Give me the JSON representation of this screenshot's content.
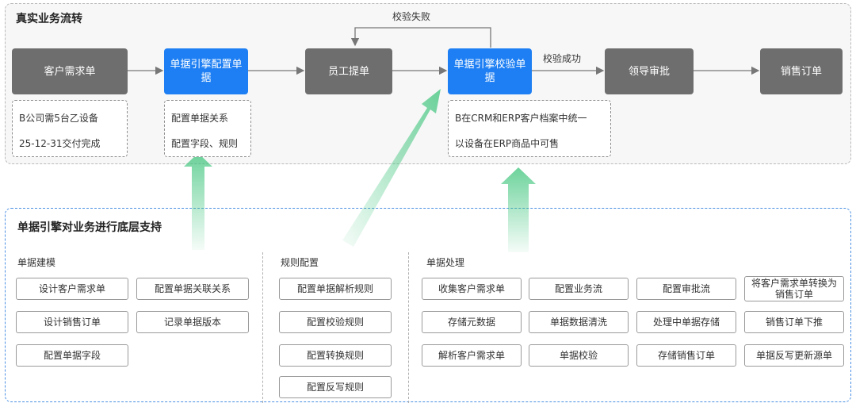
{
  "top_section": {
    "title": "真实业务流转",
    "nodes": [
      {
        "label": "客户需求单",
        "color": "#6e6e6e"
      },
      {
        "label": "单据引擎配置单据",
        "color": "#1d7ff3"
      },
      {
        "label": "员工提单",
        "color": "#6e6e6e"
      },
      {
        "label": "单据引擎校验单据",
        "color": "#1d7ff3"
      },
      {
        "label": "领导审批",
        "color": "#6e6e6e"
      },
      {
        "label": "销售订单",
        "color": "#6e6e6e"
      }
    ],
    "feedback_label": "校验失败",
    "success_label": "校验成功",
    "notes": {
      "customer": [
        "B公司需5台乙设备",
        "25-12-31交付完成"
      ],
      "config": [
        "配置单据关系",
        "配置字段、规则"
      ],
      "verify": [
        "B在CRM和ERP客户档案中统一",
        "以设备在ERP商品中可售"
      ]
    }
  },
  "bottom_section": {
    "title": "单据引擎对业务进行底层支持",
    "modeling": {
      "title": "单据建模",
      "items": [
        "设计客户需求单",
        "配置单据关联关系",
        "设计销售订单",
        "记录单据版本",
        "配置单据字段"
      ]
    },
    "rules": {
      "title": "规则配置",
      "items": [
        "配置单据解析规则",
        "配置校验规则",
        "配置转换规则",
        "配置反写规则"
      ]
    },
    "processing": {
      "title": "单据处理",
      "items": [
        "收集客户需求单",
        "配置业务流",
        "配置审批流",
        "将客户需求单转换为销售订单",
        "存储元数据",
        "单据数据清洗",
        "处理中单据存储",
        "销售订单下推",
        "解析客户需求单",
        "单据校验",
        "存储销售订单",
        "单据反写更新源单"
      ]
    }
  },
  "colors": {
    "gray_node": "#6e6e6e",
    "blue_node": "#1d7ff3",
    "support_arrow": "#3cc47a",
    "panel_border_blue": "#4a90e2"
  }
}
